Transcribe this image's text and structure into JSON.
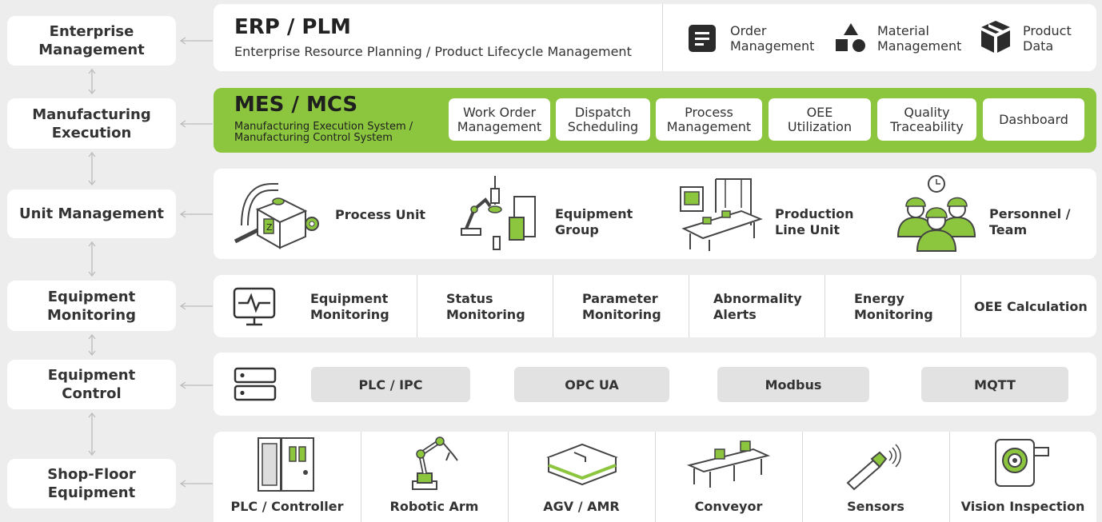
{
  "layers": [
    {
      "label": "Enterprise\nManagement"
    },
    {
      "label": "Manufacturing\nExecution"
    },
    {
      "label": "Unit Management"
    },
    {
      "label": "Equipment\nMonitoring"
    },
    {
      "label": "Equipment\nControl"
    },
    {
      "label": "Shop-Floor\nEquipment"
    }
  ],
  "erp": {
    "title": "ERP / PLM",
    "subtitle": "Enterprise Resource Planning / Product Lifecycle Management",
    "items": [
      {
        "label": "Order\nManagement",
        "icon": "document-icon"
      },
      {
        "label": "Material\nManagement",
        "icon": "shapes-icon"
      },
      {
        "label": "Product\nData",
        "icon": "box-icon"
      }
    ]
  },
  "mes": {
    "title": "MES / MCS",
    "subtitle": "Manufacturing Execution System /\nManufacturing Control System",
    "modules": [
      "Work Order\nManagement",
      "Dispatch\nScheduling",
      "Process\nManagement",
      "OEE\nUtilization",
      "Quality\nTraceability",
      "Dashboard"
    ]
  },
  "units": [
    {
      "label": "Process Unit",
      "icon": "process-unit-icon"
    },
    {
      "label": "Equipment\nGroup",
      "icon": "equipment-group-icon"
    },
    {
      "label": "Production\nLine Unit",
      "icon": "production-line-icon"
    },
    {
      "label": "Personnel /\nTeam",
      "icon": "personnel-icon"
    }
  ],
  "monitoring": [
    "Equipment\nMonitoring",
    "Status\nMonitoring",
    "Parameter\nMonitoring",
    "Abnormality\nAlerts",
    "Energy\nMonitoring",
    "OEE Calculation"
  ],
  "control": [
    "PLC / IPC",
    "OPC UA",
    "Modbus",
    "MQTT"
  ],
  "equipment": [
    {
      "label": "PLC / Controller",
      "icon": "plc-icon"
    },
    {
      "label": "Robotic Arm",
      "icon": "robot-arm-icon"
    },
    {
      "label": "AGV / AMR",
      "icon": "agv-icon"
    },
    {
      "label": "Conveyor",
      "icon": "conveyor-icon"
    },
    {
      "label": "Sensors",
      "icon": "sensor-icon"
    },
    {
      "label": "Vision Inspection",
      "icon": "camera-icon"
    }
  ],
  "colors": {
    "accent": "#8cc63f",
    "dark": "#333333",
    "background": "#ededed"
  }
}
